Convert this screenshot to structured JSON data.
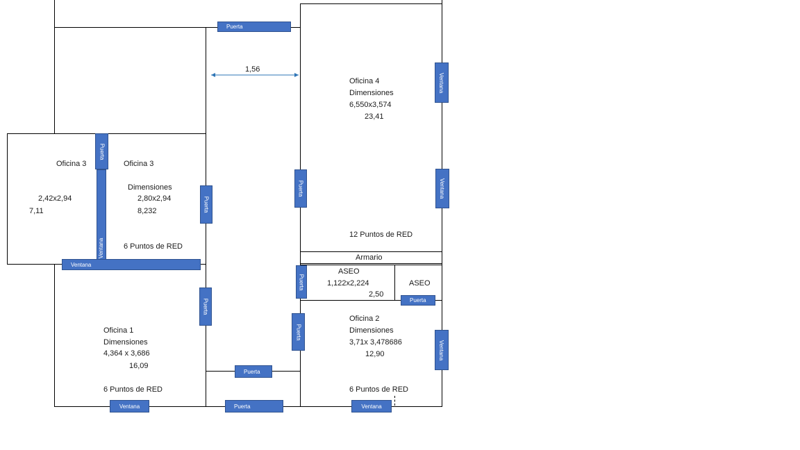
{
  "labels": {
    "door": "Puerta",
    "window": "Ventana",
    "closet": "Armario"
  },
  "corridor": {
    "width": "1,56"
  },
  "office4": {
    "name": "Oficina 4",
    "dim_label": "Dimensiones",
    "dims": "6,550x3,574",
    "area": "23,41",
    "points": "12 Puntos de RED"
  },
  "office3_left": {
    "name": "Oficina 3",
    "dims": "2,42x2,94",
    "area": "7,11"
  },
  "office3": {
    "name": "Oficina 3",
    "dim_label": "Dimensiones",
    "dims": "2,80x2,94",
    "area": "8,232",
    "points": "6 Puntos de RED"
  },
  "aseo1": {
    "name": "ASEO",
    "dims": "1,122x2,224",
    "area": "2,50"
  },
  "aseo2": {
    "name": "ASEO"
  },
  "office1": {
    "name": "Oficina 1",
    "dim_label": "Dimensiones",
    "dims": "4,364 x 3,686",
    "area": "16,09",
    "points": "6 Puntos de RED"
  },
  "office2": {
    "name": "Oficina 2",
    "dim_label": "Dimensiones",
    "dims": "3,71x 3,478686",
    "area": "12,90",
    "points": "6 Puntos de RED"
  },
  "colors": {
    "element_fill": "#4472c4",
    "arrow": "#2e75b6"
  }
}
